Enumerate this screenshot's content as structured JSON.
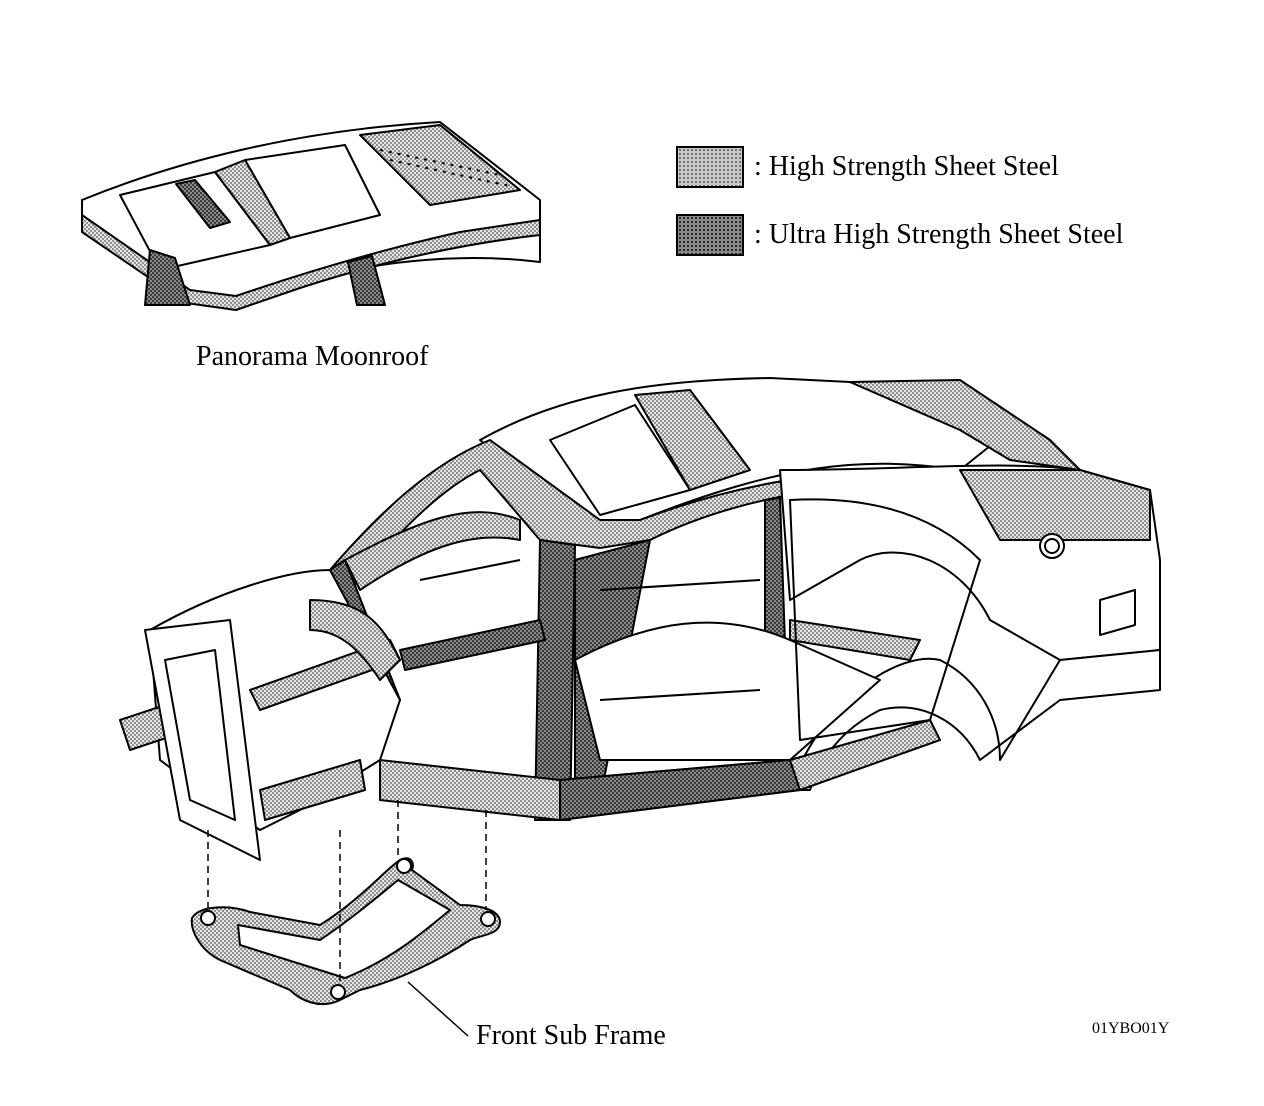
{
  "legend": {
    "items": [
      {
        "text": ": High Strength Sheet Steel",
        "pattern": "light-dots",
        "color": "#c8c8c8"
      },
      {
        "text": ": Ultra High Strength Sheet Steel",
        "pattern": "dark-dots",
        "color": "#6e6e6e"
      }
    ]
  },
  "labels": {
    "moonroof": "Panorama Moonroof",
    "subframe": "Front Sub Frame",
    "code": "01YBO01Y"
  },
  "colors": {
    "line": "#000000",
    "high_strength": "#c8c8c8",
    "ultra_high_strength": "#6e6e6e",
    "background": "#ffffff"
  }
}
